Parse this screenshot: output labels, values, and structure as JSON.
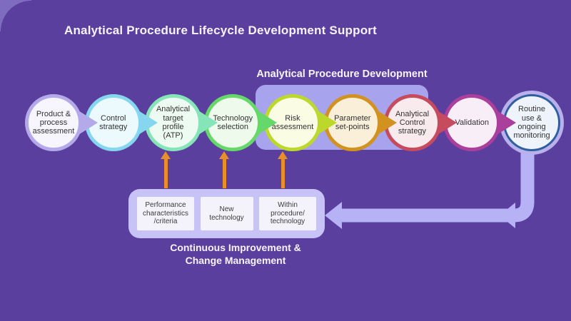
{
  "title": "Analytical Procedure Lifecycle Development Support",
  "background_color": "#5b3f9e",
  "apd_group": {
    "label": "Analytical Procedure Development",
    "box_color": "#a7a3ed"
  },
  "stages": [
    {
      "id": "product-process-assessment",
      "label": "Product &\nprocess\nassessment",
      "ring": "#b4aae9",
      "fill": "#f7f5fd"
    },
    {
      "id": "control-strategy",
      "label": "Control\nstrategy",
      "ring": "#85d7ef",
      "fill": "#ecfafd"
    },
    {
      "id": "analytical-target-profile",
      "label": "Analytical\ntarget\nprofile\n(ATP)",
      "ring": "#85e5b9",
      "fill": "#edfbf3"
    },
    {
      "id": "technology-selection",
      "label": "Technology\nselection",
      "ring": "#66d869",
      "fill": "#eefbec"
    },
    {
      "id": "risk-assessment",
      "label": "Risk\nassessment",
      "ring": "#bcd92b",
      "fill": "#fafce4"
    },
    {
      "id": "parameter-set-points",
      "label": "Parameter\nset-points",
      "ring": "#d2921f",
      "fill": "#faf0da"
    },
    {
      "id": "analytical-control-strategy",
      "label": "Analytical\nControl\nstrategy",
      "ring": "#c74b5e",
      "fill": "#f9eaee"
    },
    {
      "id": "validation",
      "label": "Validation",
      "ring": "#ab3f9c",
      "fill": "#f8eef8"
    },
    {
      "id": "routine-use-monitoring",
      "label": "Routine\nuse &\nongoing\nmonitoring",
      "ring": "#2e5f9f",
      "outer_ring": "#b9b0ec",
      "fill": "#eff3fb"
    }
  ],
  "up_arrows": {
    "color": "#e78f28"
  },
  "feedback": {
    "label": "Continuous Improvement &\nChange Management",
    "box_color": "#c7c3f7",
    "item_bg": "#f4f3fb",
    "items": [
      "Performance\ncharacteristics\n/criteria",
      "New\ntechnology",
      "Within\nprocedure/\ntechnology"
    ],
    "arrow_color": "#b6b2f5"
  }
}
